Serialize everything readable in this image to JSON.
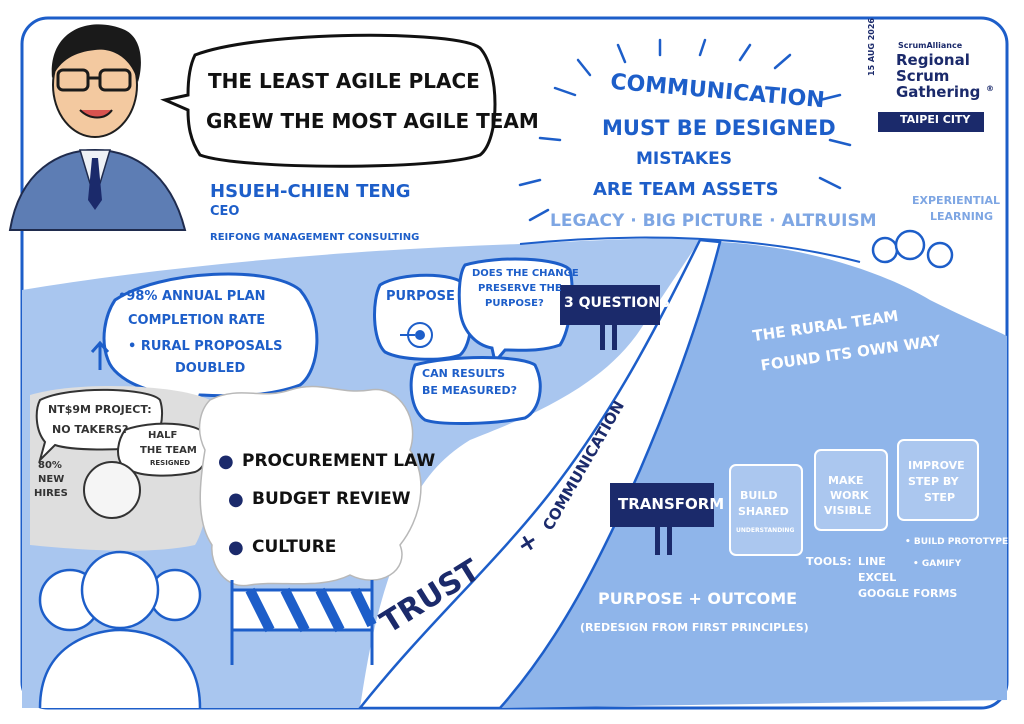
{
  "colors": {
    "accent_blue": "#1d5ec9",
    "light_blue": "#a9c6ef",
    "mid_blue": "#8fb5ea",
    "dark_navy": "#1b2a6b",
    "grey_fill": "#dedede"
  },
  "speaker": {
    "quote_line1": "THE LEAST AGILE PLACE",
    "quote_line2": "GREW THE MOST AGILE TEAM",
    "name": "HSUEH-CHIEN TENG",
    "title": "CEO",
    "company": "REIFONG MANAGEMENT CONSULTING"
  },
  "event": {
    "date": "15 AUG 2026",
    "org": "ScrumAlliance",
    "name_line1": "Regional",
    "name_line2": "Scrum",
    "name_line3": "Gathering",
    "registered_mark": "®",
    "city": "TAIPEI CITY"
  },
  "headline": {
    "line1": "COMMUNICATION",
    "line2": "MUST BE DESIGNED",
    "line3": "MISTAKES",
    "line4": "ARE TEAM ASSETS",
    "values": "LEGACY · BIG PICTURE · ALTRUISM",
    "experiential_line1": "EXPERIENTIAL",
    "experiential_line2": "LEARNING"
  },
  "results": {
    "line1": "•98% ANNUAL PLAN",
    "line2": "COMPLETION RATE",
    "line3": "• RURAL PROPOSALS",
    "line4": "DOUBLED"
  },
  "challenge": {
    "project_line1": "NT$9M PROJECT:",
    "project_line2": "NO TAKERS?",
    "half_line1": "HALF",
    "half_line2": "THE TEAM",
    "half_line3": "RESIGNED",
    "hires_line1": "80%",
    "hires_line2": "NEW",
    "hires_line3": "HIRES"
  },
  "obstacles": [
    {
      "label": "PROCUREMENT LAW",
      "icon": "bomb-icon"
    },
    {
      "label": "BUDGET REVIEW",
      "icon": "bomb-icon"
    },
    {
      "label": "CULTURE",
      "icon": "bomb-icon"
    }
  ],
  "questions": {
    "sign": "3 QUESTIONS",
    "purpose": "PURPOSE",
    "q1_line1": "DOES THE CHANGE",
    "q1_line2": "PRESERVE THE",
    "q1_line3": "PURPOSE?",
    "q2_line1": "CAN RESULTS",
    "q2_line2": "BE MEASURED?"
  },
  "road": {
    "trust": "TRUST",
    "plus": "+",
    "communication": "COMMUNICATION"
  },
  "transform": {
    "sign": "TRANSFORM",
    "rural_line1": "THE RURAL TEAM",
    "rural_line2": "FOUND ITS OWN WAY",
    "step1_line1": "BUILD",
    "step1_line2": "SHARED",
    "step1_line3": "UNDERSTANDING",
    "step2_line1": "MAKE",
    "step2_line2": "WORK",
    "step2_line3": "VISIBLE",
    "step3_line1": "IMPROVE",
    "step3_line2": "STEP BY",
    "step3_line3": "STEP",
    "tools_label": "TOOLS:",
    "tools_line1": "LINE",
    "tools_line2": "EXCEL",
    "tools_line3": "GOOGLE FORMS",
    "extra_line1": "• BUILD PROTOTYPES",
    "extra_line2": "• GAMIFY",
    "outcome": "PURPOSE + OUTCOME",
    "outcome_sub": "(REDESIGN FROM FIRST PRINCIPLES)"
  }
}
